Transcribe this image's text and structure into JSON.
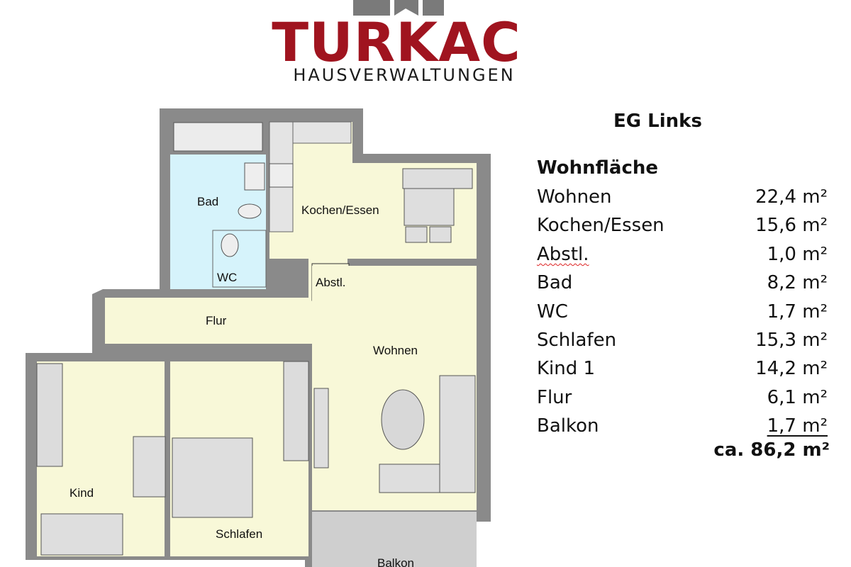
{
  "logo": {
    "name": "TURKAC",
    "subtitle": "HAUSVERWALTUNGEN",
    "color_primary": "#a0141f",
    "color_house": "#7a7a7a"
  },
  "floorplan": {
    "rooms": {
      "bad": "Bad",
      "kochen_essen": "Kochen/Essen",
      "wc": "WC",
      "abstl": "Abstl.",
      "flur": "Flur",
      "wohnen": "Wohnen",
      "kind": "Kind",
      "schlafen": "Schlafen",
      "balkon": "Balkon"
    },
    "colors": {
      "floor": "#f8f8d8",
      "wet_room": "#d6f3fb",
      "wall": "#8a8a8a",
      "balcony": "#cfcfcf"
    }
  },
  "panel": {
    "title": "EG Links",
    "heading": "Wohnfläche",
    "areas": [
      {
        "name": "Wohnen",
        "value": "22,4 m²"
      },
      {
        "name": "Kochen/Essen",
        "value": "15,6 m²"
      },
      {
        "name": "Abstl.",
        "value": "1,0 m²"
      },
      {
        "name": "Bad",
        "value": "8,2 m²"
      },
      {
        "name": "WC",
        "value": "1,7 m²"
      },
      {
        "name": "Schlafen",
        "value": "15,3 m²"
      },
      {
        "name": "Kind 1",
        "value": "14,2 m²"
      },
      {
        "name": "Flur",
        "value": "6,1 m²"
      },
      {
        "name": "Balkon",
        "value": "1,7 m²"
      }
    ],
    "total": "ca. 86,2 m²"
  }
}
